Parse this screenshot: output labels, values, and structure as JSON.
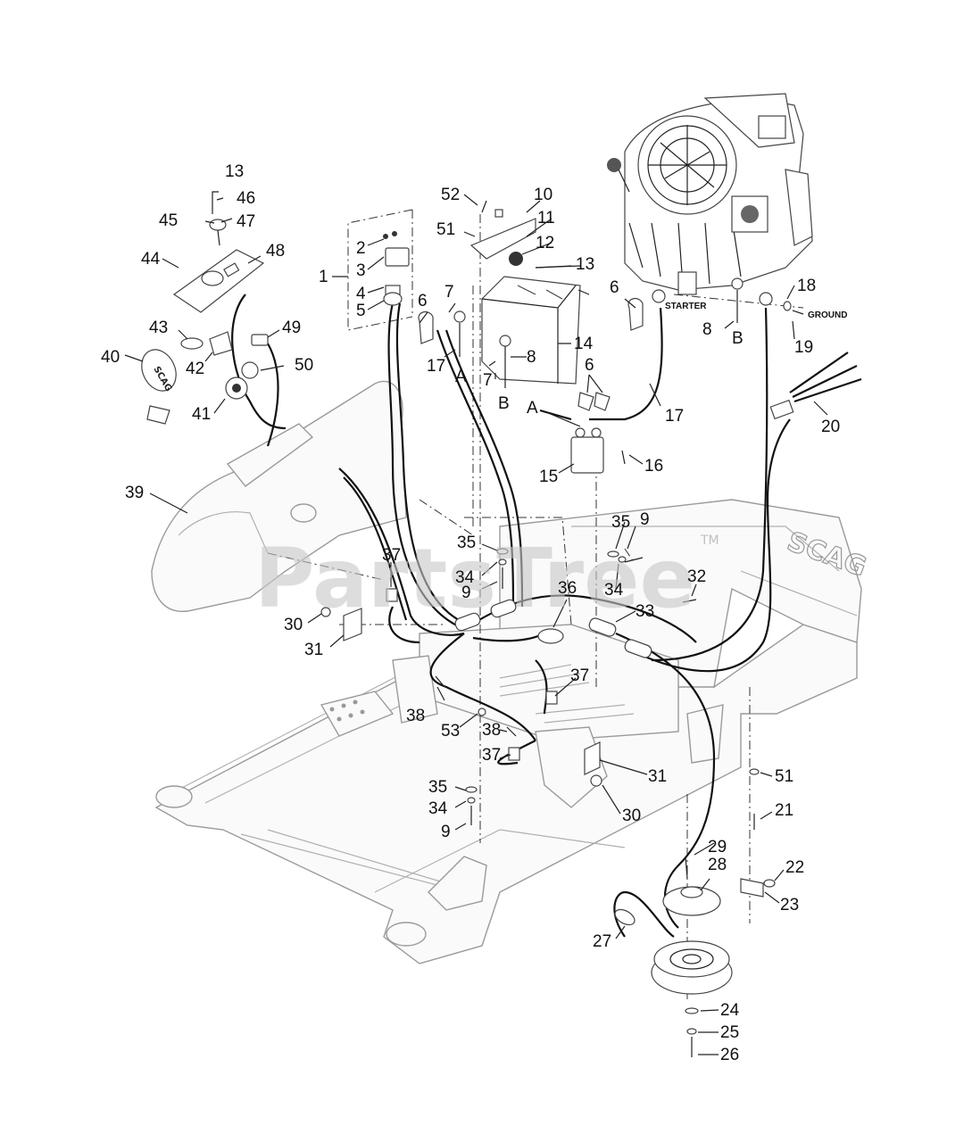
{
  "watermark": "PartsTree",
  "trademark": "TM",
  "text_labels": {
    "starter": "STARTER",
    "ground": "GROUND",
    "point_a1": "A",
    "point_a2": "A",
    "point_b1": "B",
    "point_b2": "B",
    "seat_brand": "SCAG",
    "deck_brand": "SCAG"
  },
  "callouts": [
    {
      "id": "c1",
      "text": "1"
    },
    {
      "id": "c2",
      "text": "2"
    },
    {
      "id": "c3",
      "text": "3"
    },
    {
      "id": "c4",
      "text": "4"
    },
    {
      "id": "c5",
      "text": "5"
    },
    {
      "id": "c6a",
      "text": "6"
    },
    {
      "id": "c6b",
      "text": "6"
    },
    {
      "id": "c6c",
      "text": "6"
    },
    {
      "id": "c7a",
      "text": "7"
    },
    {
      "id": "c7b",
      "text": "7"
    },
    {
      "id": "c8a",
      "text": "8"
    },
    {
      "id": "c8b",
      "text": "8"
    },
    {
      "id": "c9a",
      "text": "9"
    },
    {
      "id": "c9b",
      "text": "9"
    },
    {
      "id": "c9c",
      "text": "9"
    },
    {
      "id": "c10",
      "text": "10"
    },
    {
      "id": "c11",
      "text": "11"
    },
    {
      "id": "c12",
      "text": "12"
    },
    {
      "id": "c13a",
      "text": "13"
    },
    {
      "id": "c13b",
      "text": "13"
    },
    {
      "id": "c14",
      "text": "14"
    },
    {
      "id": "c15",
      "text": "15"
    },
    {
      "id": "c16",
      "text": "16"
    },
    {
      "id": "c17a",
      "text": "17"
    },
    {
      "id": "c17b",
      "text": "17"
    },
    {
      "id": "c18",
      "text": "18"
    },
    {
      "id": "c19",
      "text": "19"
    },
    {
      "id": "c20",
      "text": "20"
    },
    {
      "id": "c21",
      "text": "21"
    },
    {
      "id": "c22",
      "text": "22"
    },
    {
      "id": "c23",
      "text": "23"
    },
    {
      "id": "c24",
      "text": "24"
    },
    {
      "id": "c25",
      "text": "25"
    },
    {
      "id": "c26",
      "text": "26"
    },
    {
      "id": "c27",
      "text": "27"
    },
    {
      "id": "c28",
      "text": "28"
    },
    {
      "id": "c29",
      "text": "29"
    },
    {
      "id": "c30a",
      "text": "30"
    },
    {
      "id": "c30b",
      "text": "30"
    },
    {
      "id": "c31a",
      "text": "31"
    },
    {
      "id": "c31b",
      "text": "31"
    },
    {
      "id": "c32",
      "text": "32"
    },
    {
      "id": "c33",
      "text": "33"
    },
    {
      "id": "c34a",
      "text": "34"
    },
    {
      "id": "c34b",
      "text": "34"
    },
    {
      "id": "c34c",
      "text": "34"
    },
    {
      "id": "c35a",
      "text": "35"
    },
    {
      "id": "c35b",
      "text": "35"
    },
    {
      "id": "c35c",
      "text": "35"
    },
    {
      "id": "c36",
      "text": "36"
    },
    {
      "id": "c37a",
      "text": "37"
    },
    {
      "id": "c37b",
      "text": "37"
    },
    {
      "id": "c37c",
      "text": "37"
    },
    {
      "id": "c38a",
      "text": "38"
    },
    {
      "id": "c38b",
      "text": "38"
    },
    {
      "id": "c39",
      "text": "39"
    },
    {
      "id": "c40",
      "text": "40"
    },
    {
      "id": "c41",
      "text": "41"
    },
    {
      "id": "c42",
      "text": "42"
    },
    {
      "id": "c43",
      "text": "43"
    },
    {
      "id": "c44",
      "text": "44"
    },
    {
      "id": "c45",
      "text": "45"
    },
    {
      "id": "c46",
      "text": "46"
    },
    {
      "id": "c47",
      "text": "47"
    },
    {
      "id": "c48",
      "text": "48"
    },
    {
      "id": "c49",
      "text": "49"
    },
    {
      "id": "c50",
      "text": "50"
    },
    {
      "id": "c51a",
      "text": "51"
    },
    {
      "id": "c51b",
      "text": "51"
    },
    {
      "id": "c52",
      "text": "52"
    },
    {
      "id": "c53",
      "text": "53"
    }
  ]
}
